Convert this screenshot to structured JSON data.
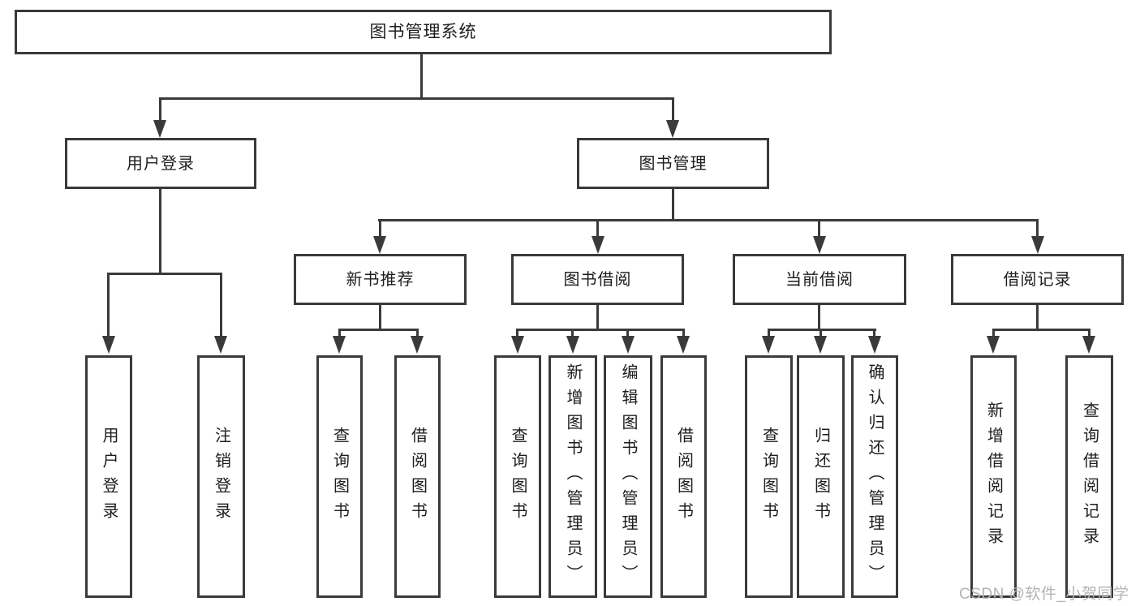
{
  "tree": {
    "root": {
      "label": "图书管理系统"
    },
    "user_login": {
      "label": "用户登录",
      "children": [
        {
          "label": "用户登录"
        },
        {
          "label": "注销登录"
        }
      ]
    },
    "book_mgmt": {
      "label": "图书管理",
      "children": [
        {
          "label": "新书推荐",
          "children": [
            {
              "label": "查询图书"
            },
            {
              "label": "借阅图书"
            }
          ]
        },
        {
          "label": "图书借阅",
          "children": [
            {
              "label": "查询图书"
            },
            {
              "label": "新增图书（管理员）"
            },
            {
              "label": "编辑图书（管理员）"
            },
            {
              "label": "借阅图书"
            }
          ]
        },
        {
          "label": "当前借阅",
          "children": [
            {
              "label": "查询图书"
            },
            {
              "label": "归还图书"
            },
            {
              "label": "确认归还（管理员）"
            }
          ]
        },
        {
          "label": "借阅记录",
          "children": [
            {
              "label": "新增借阅记录"
            },
            {
              "label": "查询借阅记录"
            }
          ]
        }
      ]
    }
  },
  "watermark": {
    "text": "CSDN @软件_小贺同学"
  },
  "colors": {
    "line": "#3a3a3a",
    "text": "#1d1d1d",
    "watermark": "#b3b3b3",
    "background": "#ffffff"
  }
}
